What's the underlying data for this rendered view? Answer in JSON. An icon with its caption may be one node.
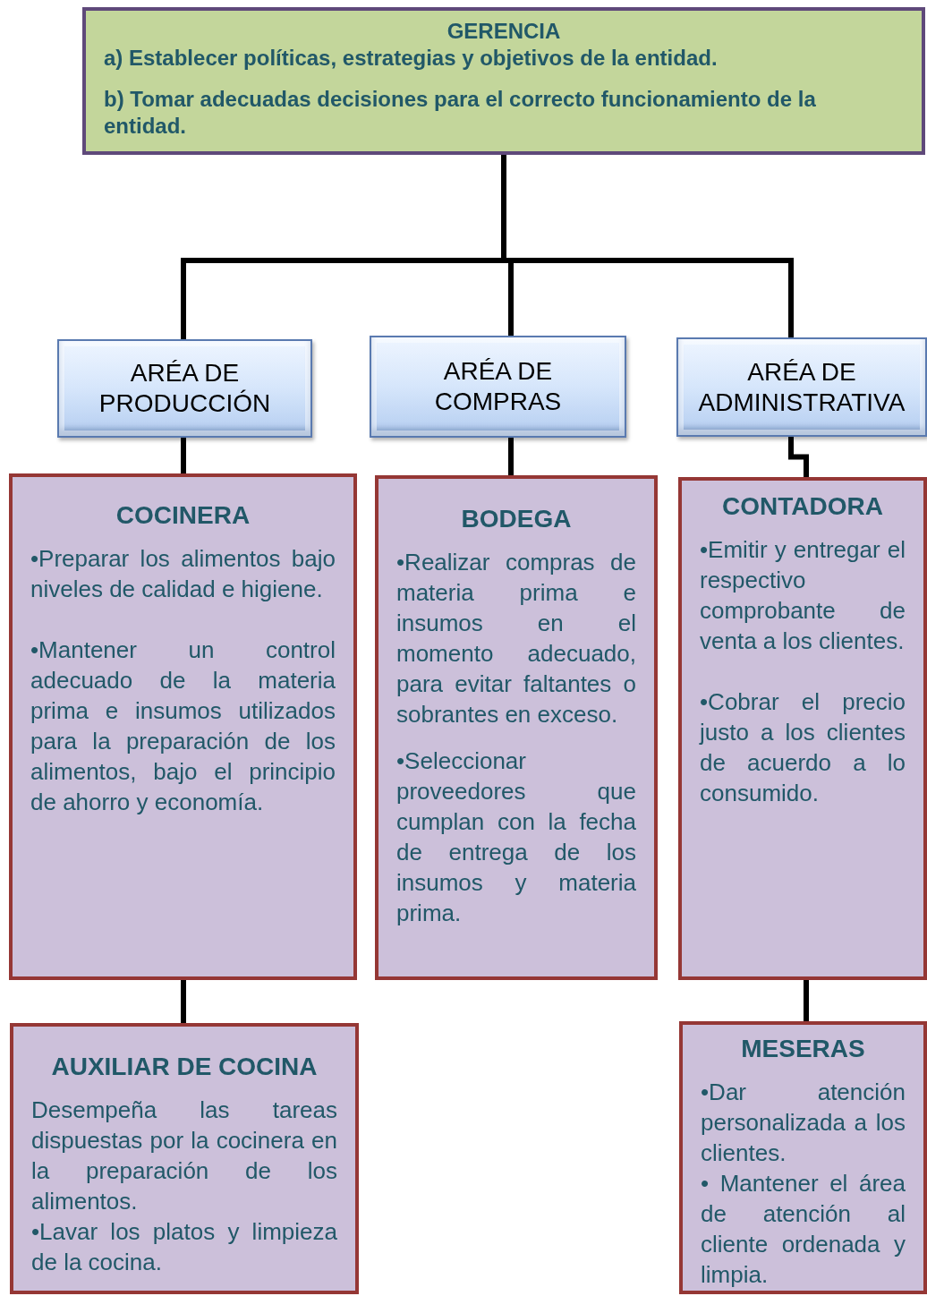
{
  "diagram": {
    "nodes": [
      {
        "text": [
          "GERENCIA",
          "a)  Establecer políticas, estrategias y objetivos de la entidad.",
          "b) Tomar adecuadas decisiones para el correcto funcionamiento de la entidad."
        ]
      },
      {
        "text": [
          "ARÉA DE PRODUCCIÓN"
        ]
      },
      {
        "text": [
          "ARÉA DE COMPRAS"
        ]
      },
      {
        "text": [
          "ARÉA DE ADMINISTRATIVA"
        ]
      },
      {
        "text": [
          "COCINERA",
          "•Preparar los alimentos bajo niveles de calidad e higiene.",
          "•Mantener un control adecuado de la materia prima e insumos utilizados para la preparación de los alimentos, bajo el principio de ahorro y economía."
        ]
      },
      {
        "text": [
          "BODEGA",
          "•Realizar compras de materia prima e insumos en el momento adecuado, para evitar faltantes o sobrantes en exceso.",
          "•Seleccionar proveedores que cumplan con la fecha de entrega de los insumos y materia prima."
        ]
      },
      {
        "text": [
          "CONTADORA",
          "•Emitir y entregar el respectivo comprobante de venta a los clientes.",
          "•Cobrar el precio justo a los clientes de acuerdo a lo consumido."
        ]
      },
      {
        "text": [
          "AUXILIAR DE COCINA",
          "Desempeña las tareas dispuestas por la cocinera en la preparación de los alimentos.",
          "•Lavar los platos y limpieza de la cocina."
        ]
      },
      {
        "text": [
          "MESERAS",
          "•Dar atención personalizada a los clientes.",
          "• Mantener el área de atención al cliente ordenada y limpia."
        ]
      }
    ],
    "edges": [
      {
        "from": 0,
        "to": 1,
        "arrow": "none"
      },
      {
        "from": 0,
        "to": 2,
        "arrow": "none"
      },
      {
        "from": 0,
        "to": 3,
        "arrow": "none"
      },
      {
        "from": 1,
        "to": 4,
        "arrow": "none"
      },
      {
        "from": 2,
        "to": 5,
        "arrow": "none"
      },
      {
        "from": 3,
        "to": 6,
        "arrow": "none"
      },
      {
        "from": 4,
        "to": 7,
        "arrow": "none"
      },
      {
        "from": 6,
        "to": 8,
        "arrow": "none"
      }
    ]
  }
}
